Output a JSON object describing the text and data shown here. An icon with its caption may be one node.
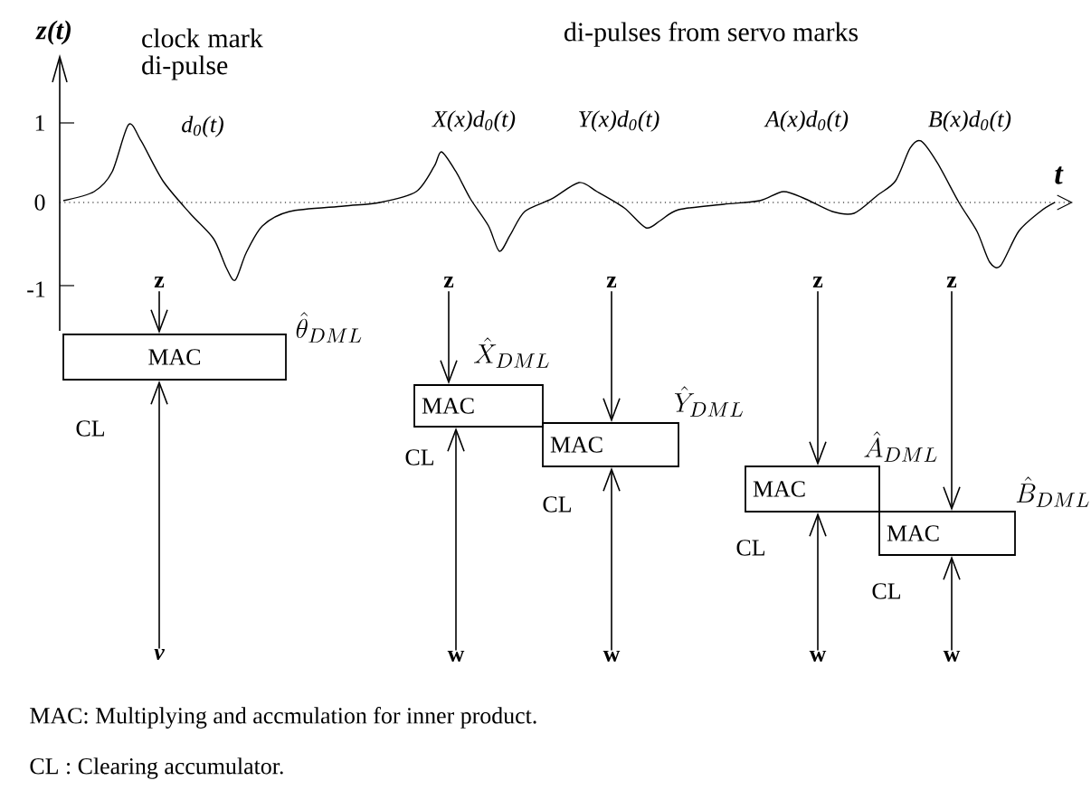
{
  "diagram": {
    "nodes": [
      {
        "text": [
          "z"
        ]
      },
      {
        "text": [
          "MAC"
        ],
        "beside": [
          "CL",
          "\\hat{\\theta}_{DML}"
        ]
      },
      {
        "text": [
          "v"
        ]
      },
      {
        "text": [
          "z"
        ]
      },
      {
        "text": [
          "MAC"
        ],
        "beside": [
          "CL",
          "\\hat{X}_{DML}"
        ]
      },
      {
        "text": [
          "w"
        ]
      },
      {
        "text": [
          "z"
        ]
      },
      {
        "text": [
          "MAC"
        ],
        "beside": [
          "CL",
          "\\hat{Y}_{DML}"
        ]
      },
      {
        "text": [
          "w"
        ]
      },
      {
        "text": [
          "z"
        ]
      },
      {
        "text": [
          "MAC"
        ],
        "beside": [
          "CL",
          "\\hat{A}_{DML}"
        ]
      },
      {
        "text": [
          "w"
        ]
      },
      {
        "text": [
          "z"
        ]
      },
      {
        "text": [
          "MAC"
        ],
        "beside": [
          "CL",
          "\\hat{B}_{DML}"
        ]
      },
      {
        "text": [
          "w"
        ]
      }
    ],
    "edges": [
      {
        "from": 0,
        "to": 1,
        "arrow": "to"
      },
      {
        "from": 2,
        "to": 1,
        "arrow": "to"
      },
      {
        "from": 3,
        "to": 4,
        "arrow": "to"
      },
      {
        "from": 5,
        "to": 4,
        "arrow": "to"
      },
      {
        "from": 6,
        "to": 7,
        "arrow": "to"
      },
      {
        "from": 8,
        "to": 7,
        "arrow": "to"
      },
      {
        "from": 9,
        "to": 10,
        "arrow": "to"
      },
      {
        "from": 11,
        "to": 10,
        "arrow": "to"
      },
      {
        "from": 12,
        "to": 13,
        "arrow": "to"
      },
      {
        "from": 14,
        "to": 13,
        "arrow": "to"
      }
    ],
    "labels": [
      "z(t)",
      "clock mark di-pulse",
      "di-pulses from servo marks",
      "1",
      "d$_{0}$(t)",
      "X(x)d$_{0}$(t)",
      "Y(x)d$_{0}$(t)",
      "A(x)d$_{0}$(t)",
      "B(x)d$_{0}$(t)",
      "t",
      "0",
      "-1",
      "MAC: Multiplying and accmulation for inner product.",
      "CL : Clearing accumulator."
    ]
  }
}
